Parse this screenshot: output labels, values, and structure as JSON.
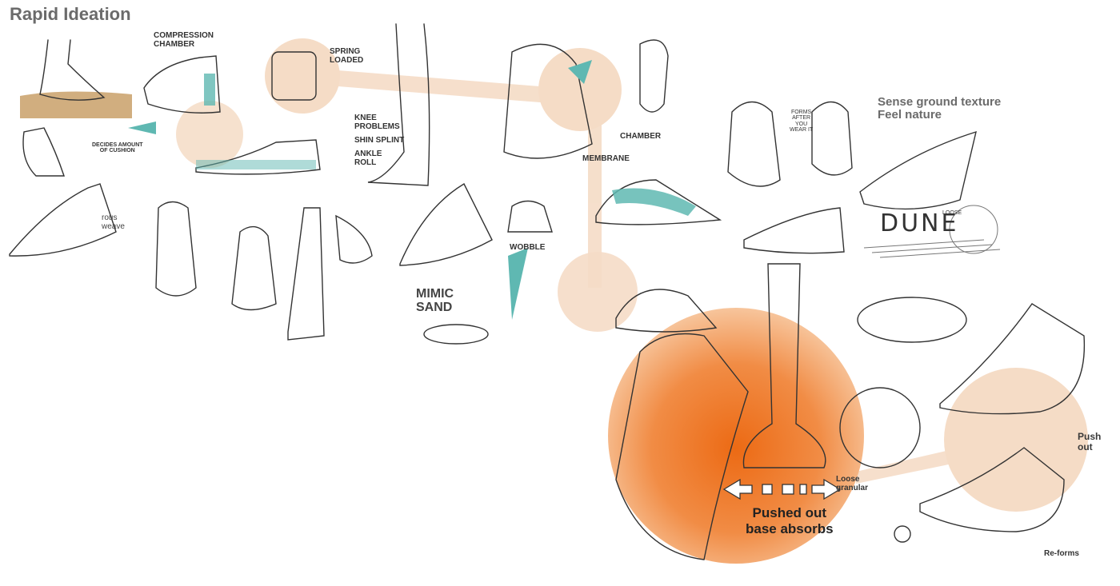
{
  "title": "Rapid Ideation",
  "labels": {
    "compression_chamber": "COMPRESSION\nCHAMBER",
    "spring_loaded": "SPRING\nLOADED",
    "decides_cushion": "DECIDES AMOUNT\nOF CUSHION",
    "porous_weave": "rous\nweave",
    "knee_problems": "KNEE\nPROBLEMS",
    "shin_splint": "SHIN SPLINT",
    "ankle_roll": "ANKLE\nROLL",
    "chamber": "CHAMBER",
    "membrane": "MEMBRANE",
    "wobble": "WOBBLE",
    "mimic_sand": "MIMIC\nSAND",
    "forms_after": "FORMS\nAFTER\nYOU\nWEAR IT",
    "dune": "DUNE",
    "loose": "LOOSE",
    "sense_ground": "Sense ground texture\nFeel nature",
    "pushed_out": "Pushed out\nbase absorbs",
    "loose_granular": "Loose\ngranular",
    "push_out": "Push\nout",
    "reforms": "Re-forms"
  },
  "colors": {
    "orange_light": "#f5dcc6",
    "orange_deep": "#ef7d2c",
    "teal": "#5fb8b2",
    "sand": "#c9a068",
    "ink": "#3a3a3a"
  }
}
